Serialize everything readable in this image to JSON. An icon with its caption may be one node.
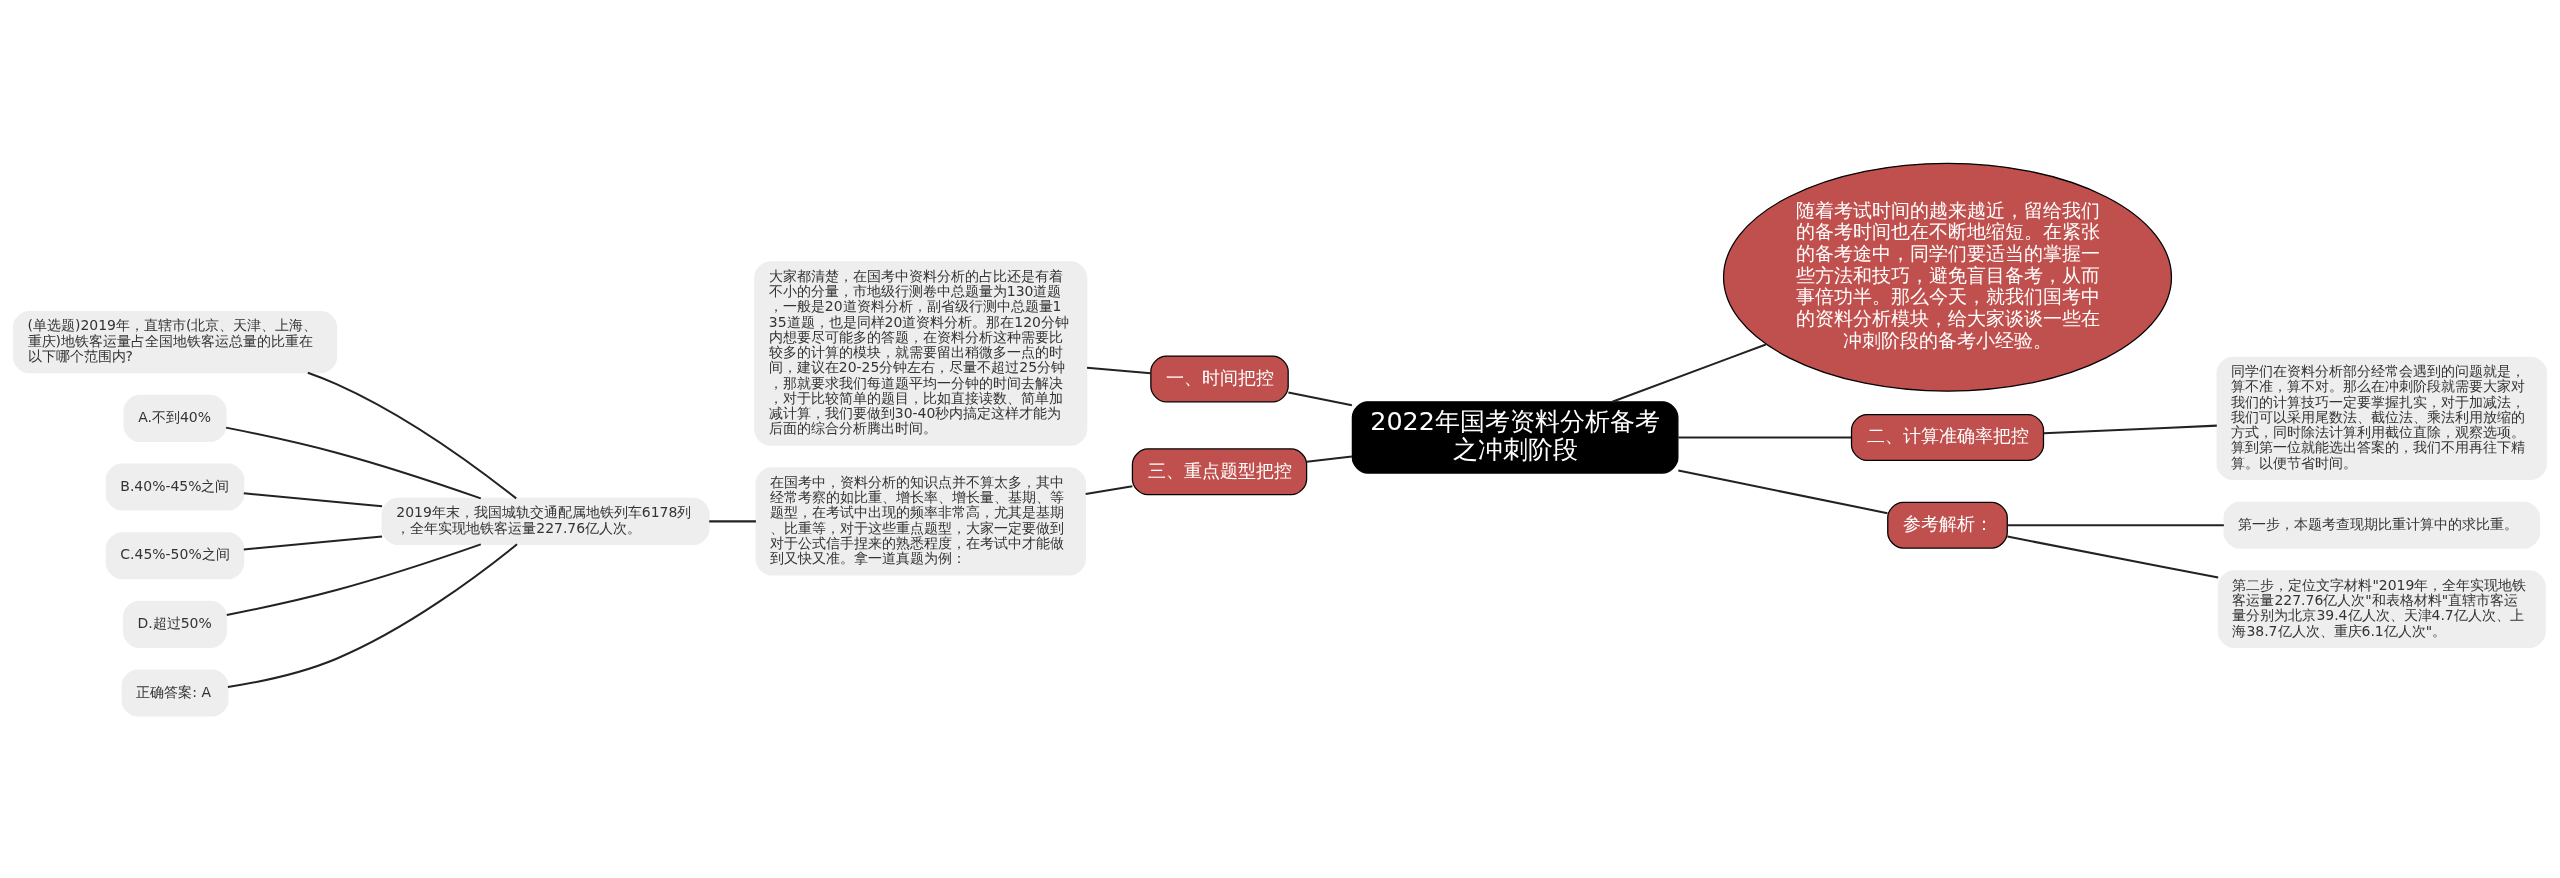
{
  "diagram": {
    "nodes": [
      {
        "text": [
          "2022年国考资料分析备考之冲刺阶段"
        ]
      },
      {
        "text": [
          "随着考试时间的越来越近，留给我们的备考时间也在不断地缩短。在紧张的备考途中，同学们要适当的掌握一些方法和技巧，避免盲目备考，从而事倍功半。那么今天，就我们国考中的资料分析模块，给大家谈谈一些在冲刺阶段的备考小经验。"
        ]
      },
      {
        "text": [
          "一、时间把控"
        ]
      },
      {
        "text": [
          "大家都清楚，在国考中资料分析的占比还是有着不小的分量，市地级行测卷中总题量为130道题，一般是20道资料分析，副省级行测中总题量135道题，也是同样20道资料分析。那在120分钟内想要尽可能多的答题，在资料分析这种需要比较多的计算的模块，就需要留出稍微多一点的时间，建议在20-25分钟左右，尽量不超过25分钟，那就要求我们每道题平均一分钟的时间去解决，对于比较简单的题目，比如直接读数、简单加减计算，我们要做到30-40秒内搞定这样才能为后面的综合分析腾出时间。"
        ]
      },
      {
        "text": [
          "二、计算准确率把控"
        ]
      },
      {
        "text": [
          "同学们在资料分析部分经常会遇到的问题就是，算不准，算不对。那么在冲刺阶段就需要大家对我们的计算技巧一定要掌握扎实，对于加减法，我们可以采用尾数法、截位法、乘法利用放缩的方式，同时除法计算利用截位直除，观察选项。算到第一位就能选出答案的，我们不用再往下精算。以便节省时间。"
        ]
      },
      {
        "text": [
          "三、重点题型把控"
        ]
      },
      {
        "text": [
          "在国考中，资料分析的知识点并不算太多，其中经常考察的如比重、增长率、增长量、基期、等题型，在考试中出现的频率非常高，尤其是基期、比重等，对于这些重点题型，大家一定要做到对于公式信手捏来的熟悉程度，在考试中才能做到又快又准。拿一道真题为例："
        ]
      },
      {
        "text": [
          "2019年末，我国城轨交通配属地铁列车6178列，全年实现地铁客运量227.76亿人次。"
        ]
      },
      {
        "text": [
          "(单选题)2019年，直辖市(北京、天津、上海、重庆)地铁客运量占全国地铁客运总量的比重在以下哪个范围内?"
        ]
      },
      {
        "text": [
          "A.不到40%"
        ]
      },
      {
        "text": [
          "B.40%-45%之间"
        ]
      },
      {
        "text": [
          "C.45%-50%之间"
        ]
      },
      {
        "text": [
          "D.超过50%"
        ]
      },
      {
        "text": [
          "正确答案: A"
        ]
      },
      {
        "text": [
          "参考解析："
        ]
      },
      {
        "text": [
          "第一步，本题考查现期比重计算中的求比重。"
        ]
      },
      {
        "text": [
          "第二步，定位文字材料\"2019年，全年实现地铁客运量227.76亿人次\"和表格材料\"直辖市客运量分别为北京39.4亿人次、天津4.7亿人次、上海38.7亿人次、重庆6.1亿人次\"。"
        ]
      }
    ],
    "edges": [
      {
        "from": 0,
        "to": 1,
        "arrow": "none"
      },
      {
        "from": 3,
        "to": 2,
        "arrow": "none"
      },
      {
        "from": 2,
        "to": 0,
        "arrow": "none"
      },
      {
        "from": 0,
        "to": 4,
        "arrow": "none"
      },
      {
        "from": 4,
        "to": 5,
        "arrow": "none"
      },
      {
        "from": 7,
        "to": 6,
        "arrow": "none"
      },
      {
        "from": 6,
        "to": 0,
        "arrow": "none"
      },
      {
        "from": 8,
        "to": 7,
        "arrow": "none"
      },
      {
        "from": 9,
        "to": 8,
        "arrow": "none"
      },
      {
        "from": 10,
        "to": 8,
        "arrow": "none"
      },
      {
        "from": 11,
        "to": 8,
        "arrow": "none"
      },
      {
        "from": 12,
        "to": 8,
        "arrow": "none"
      },
      {
        "from": 13,
        "to": 8,
        "arrow": "none"
      },
      {
        "from": 14,
        "to": 8,
        "arrow": "none"
      },
      {
        "from": 0,
        "to": 15,
        "arrow": "none"
      },
      {
        "from": 15,
        "to": 16,
        "arrow": "none"
      },
      {
        "from": 15,
        "to": 17,
        "arrow": "none"
      }
    ]
  }
}
